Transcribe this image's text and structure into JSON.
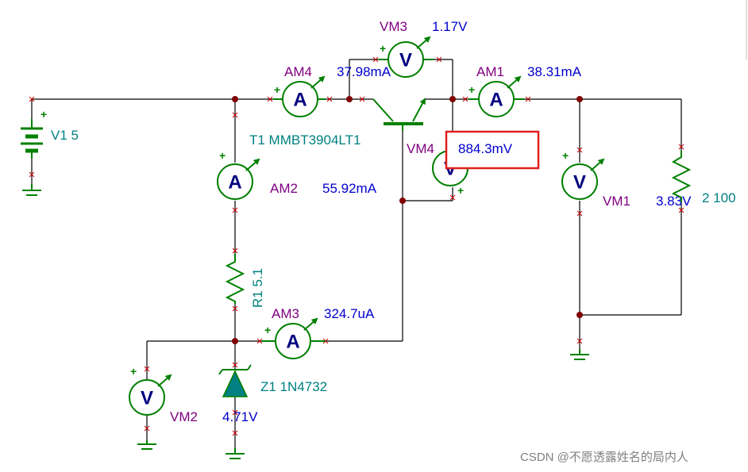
{
  "components": {
    "v1": {
      "label": "V1 5"
    },
    "t1": {
      "label": "T1 MMBT3904LT1"
    },
    "r1": {
      "label": "R1 5.1"
    },
    "z1": {
      "label": "Z1 1N4732"
    },
    "r2": {
      "label": "2 100"
    }
  },
  "meters": {
    "am1": {
      "name": "AM1",
      "reading": "38.31mA",
      "symbol": "A"
    },
    "am2": {
      "name": "AM2",
      "reading": "55.92mA",
      "symbol": "A"
    },
    "am3": {
      "name": "AM3",
      "reading": "324.7uA",
      "symbol": "A"
    },
    "am4": {
      "name": "AM4",
      "reading": "37.98mA",
      "symbol": "A"
    },
    "vm1": {
      "name": "VM1",
      "reading": "3.83V",
      "symbol": "V"
    },
    "vm2": {
      "name": "VM2",
      "reading": "4.71V",
      "symbol": "V"
    },
    "vm3": {
      "name": "VM3",
      "reading": "1.17V",
      "symbol": "V"
    },
    "vm4": {
      "name": "VM4",
      "reading": "884.3mV",
      "symbol": "V"
    }
  },
  "plus_sign": "+",
  "watermark": "CSDN @不愿透露姓名的局内人",
  "colors": {
    "wire": "#000000",
    "symbol": "#008000",
    "meter_letter": "#000080",
    "meter_name": "#800080",
    "reading": "#0000cc",
    "component_label": "#008080",
    "junction": "#800000",
    "highlight_box": "#e02020"
  },
  "icons": {
    "ammeter": "ammeter-icon",
    "voltmeter": "voltmeter-icon",
    "battery": "battery-icon",
    "ground": "ground-icon",
    "resistor": "resistor-icon",
    "zener": "zener-diode-icon",
    "transistor": "npn-transistor-icon"
  }
}
